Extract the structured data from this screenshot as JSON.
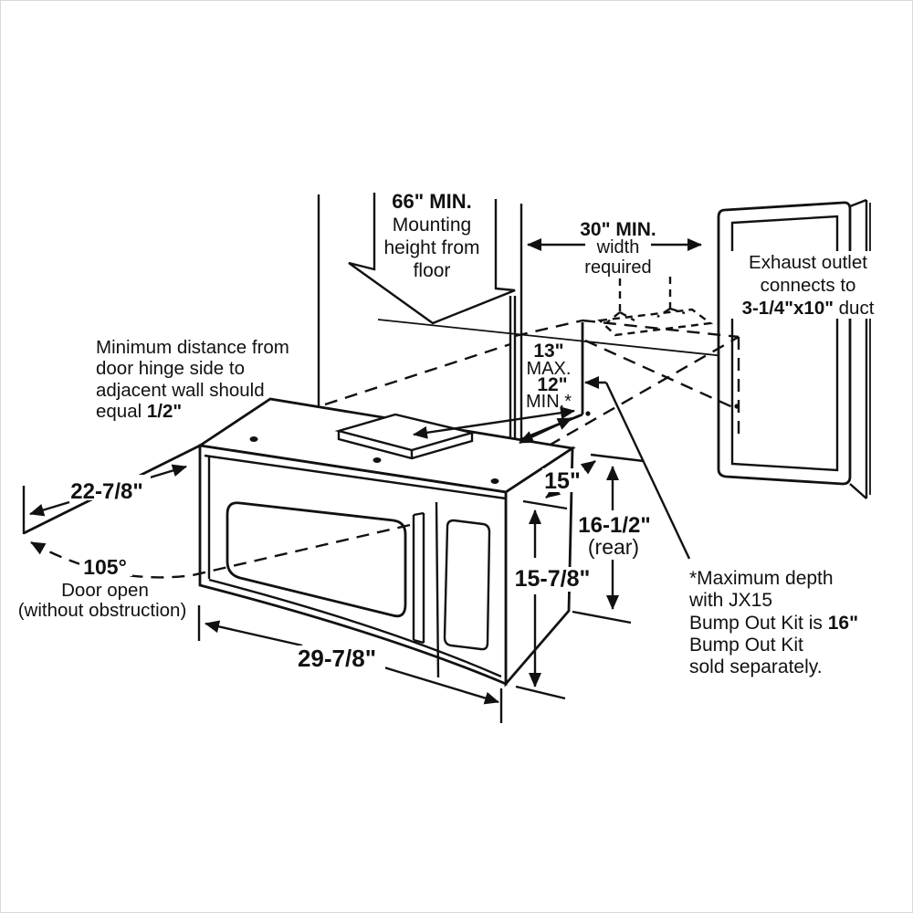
{
  "title": "Over-the-range microwave installation dimensions diagram",
  "colors": {
    "line": "#111111",
    "background": "#ffffff"
  },
  "labels": {
    "mounting": {
      "l1": "66\" MIN.",
      "l2": "Mounting",
      "l3": "height from",
      "l4": "floor"
    },
    "width_req": {
      "l1": "30\" MIN.",
      "l2": "width",
      "l3": "required"
    },
    "exhaust": {
      "l1": "Exhaust outlet",
      "l2": "connects to",
      "l3_bold": "3-1/4\"x10\"",
      "l3_rest": " duct"
    },
    "cabinet_depth": {
      "max_value": "13\"",
      "max_word": "MAX.",
      "min_value": "12\"",
      "min_word": "MIN.*"
    },
    "hinge_note": {
      "l1": "Minimum distance from",
      "l2": "door hinge side to",
      "l3": "adjacent wall should",
      "l4_pre": "equal ",
      "l4_bold": "1/2\""
    },
    "door_width": "22-7/8\"",
    "door_angle": "105°",
    "door_open": "Door open",
    "door_open_paren": "(without obstruction)",
    "overall_width": "29-7/8\"",
    "top_depth": "15\"",
    "rear_height": "16-1/2\"",
    "rear_word": "(rear)",
    "front_height": "15-7/8\"",
    "bump_note": {
      "l1": "*Maximum depth",
      "l2": "with JX15",
      "l3_pre": "Bump Out Kit is ",
      "l3_bold": "16\"",
      "l4": "Bump Out Kit",
      "l5": "sold separately."
    }
  }
}
